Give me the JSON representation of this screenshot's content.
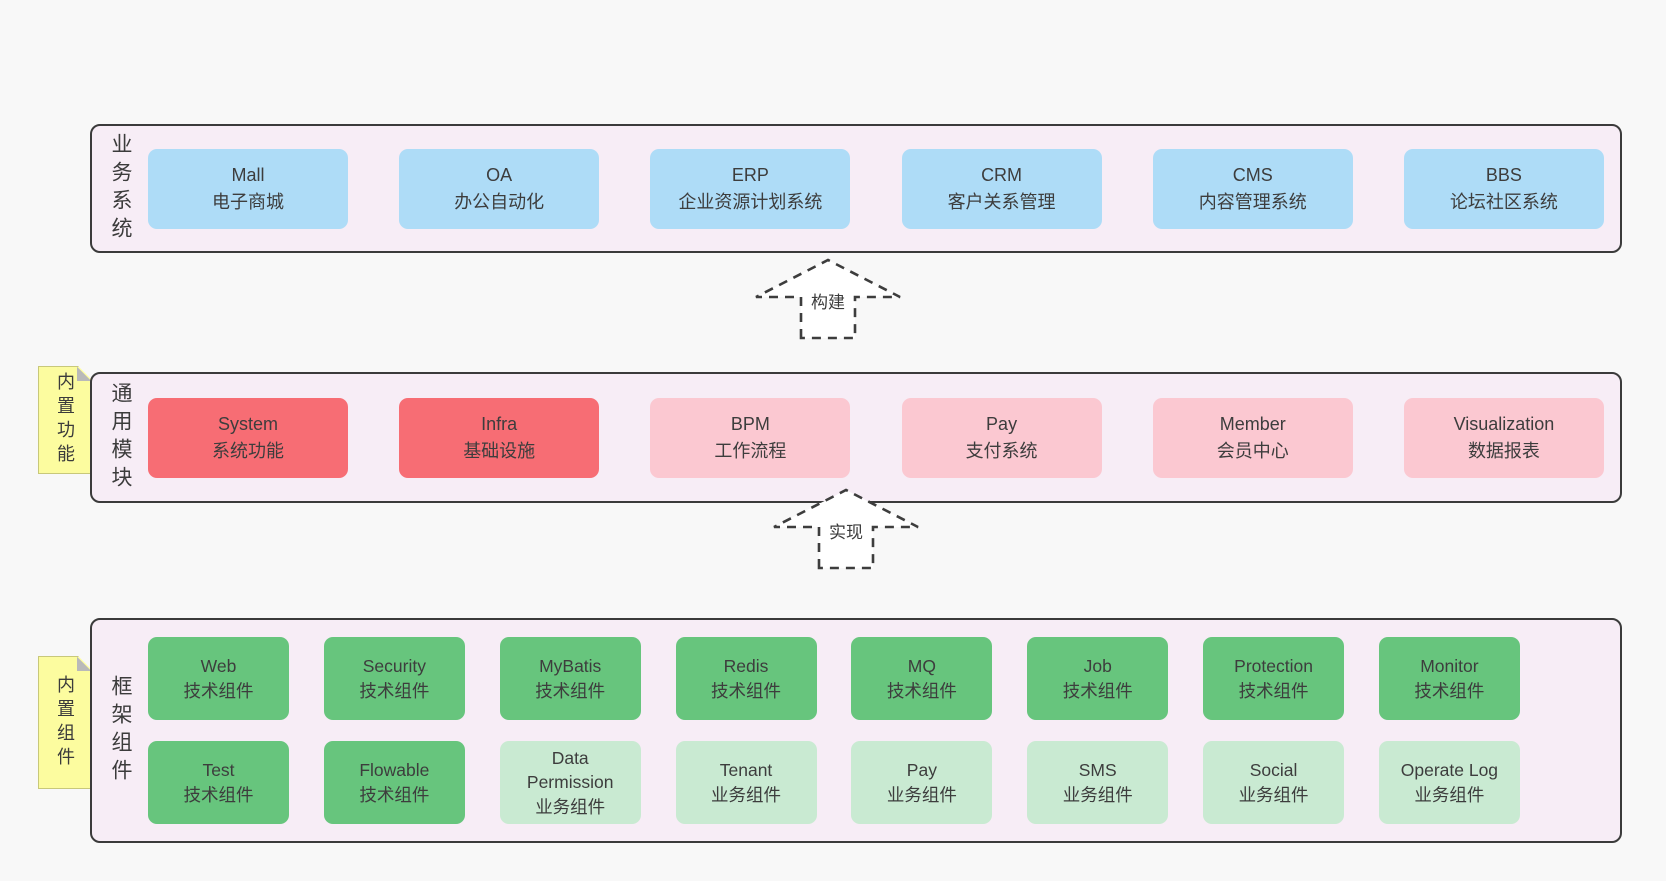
{
  "colors": {
    "page_background": "#f8f8f8",
    "band_fill": "#f7edf6",
    "band_border": "#3b3b3b",
    "blue": "#aedcf7",
    "red": "#f76d74",
    "pink": "#fbc8d1",
    "green": "#67c57d",
    "light_green": "#c9ead2",
    "note_fill": "#fcfc9f",
    "arrow_stroke": "#3d3d3d",
    "text": "#3b3b3b"
  },
  "bands": [
    {
      "label": "业务系统",
      "rows": [
        [
          {
            "en": "Mall",
            "zh": "电子商城",
            "type": "blue"
          },
          {
            "en": "OA",
            "zh": "办公自动化",
            "type": "blue"
          },
          {
            "en": "ERP",
            "zh": "企业资源计划系统",
            "type": "blue"
          },
          {
            "en": "CRM",
            "zh": "客户关系管理",
            "type": "blue"
          },
          {
            "en": "CMS",
            "zh": "内容管理系统",
            "type": "blue"
          },
          {
            "en": "BBS",
            "zh": "论坛社区系统",
            "type": "blue"
          }
        ]
      ]
    },
    {
      "label": "通用模块",
      "note": "内置功能",
      "rows": [
        [
          {
            "en": "System",
            "zh": "系统功能",
            "type": "red"
          },
          {
            "en": "Infra",
            "zh": "基础设施",
            "type": "red"
          },
          {
            "en": "BPM",
            "zh": "工作流程",
            "type": "pink"
          },
          {
            "en": "Pay",
            "zh": "支付系统",
            "type": "pink"
          },
          {
            "en": "Member",
            "zh": "会员中心",
            "type": "pink"
          },
          {
            "en": "Visualization",
            "zh": "数据报表",
            "type": "pink"
          }
        ]
      ]
    },
    {
      "label": "框架组件",
      "note": "内置组件",
      "rows": [
        [
          {
            "en": "Web",
            "zh": "技术组件",
            "type": "green"
          },
          {
            "en": "Security",
            "zh": "技术组件",
            "type": "green"
          },
          {
            "en": "MyBatis",
            "zh": "技术组件",
            "type": "green"
          },
          {
            "en": "Redis",
            "zh": "技术组件",
            "type": "green"
          },
          {
            "en": "MQ",
            "zh": "技术组件",
            "type": "green"
          },
          {
            "en": "Job",
            "zh": "技术组件",
            "type": "green"
          },
          {
            "en": "Protection",
            "zh": "技术组件",
            "type": "green"
          },
          {
            "en": "Monitor",
            "zh": "技术组件",
            "type": "green"
          }
        ],
        [
          {
            "en": "Test",
            "zh": "技术组件",
            "type": "green"
          },
          {
            "en": "Flowable",
            "zh": "技术组件",
            "type": "green"
          },
          {
            "en": "Data Permission",
            "zh": "业务组件",
            "type": "light-green"
          },
          {
            "en": "Tenant",
            "zh": "业务组件",
            "type": "light-green"
          },
          {
            "en": "Pay",
            "zh": "业务组件",
            "type": "light-green"
          },
          {
            "en": "SMS",
            "zh": "业务组件",
            "type": "light-green"
          },
          {
            "en": "Social",
            "zh": "业务组件",
            "type": "light-green"
          },
          {
            "en": "Operate Log",
            "zh": "业务组件",
            "type": "light-green"
          }
        ]
      ]
    }
  ],
  "arrows": [
    {
      "label": "构建"
    },
    {
      "label": "实现"
    }
  ]
}
